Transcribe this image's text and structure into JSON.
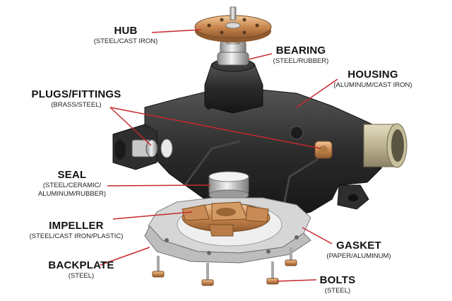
{
  "colors": {
    "leader": "#c8282e",
    "housing": "#2b2b2b",
    "bronze": "#c98a55",
    "steel": "#b8b8b8"
  },
  "labels": {
    "hub": {
      "title": "HUB",
      "sub": [
        "(STEEL/CAST IRON)"
      ]
    },
    "bearing": {
      "title": "BEARING",
      "sub": [
        "(STEEL/RUBBER)"
      ]
    },
    "housing": {
      "title": "HOUSING",
      "sub": [
        "(ALUMINUM/CAST IRON)"
      ]
    },
    "plugs": {
      "title": "PLUGS/FITTINGS",
      "sub": [
        "(BRASS/STEEL)"
      ]
    },
    "seal": {
      "title": "SEAL",
      "sub": [
        "(STEEL/CERAMIC/",
        "ALUMINUM/RUBBER)"
      ]
    },
    "impeller": {
      "title": "IMPELLER",
      "sub": [
        "(STEEL/CAST IRON/PLASTIC)"
      ]
    },
    "gasket": {
      "title": "GASKET",
      "sub": [
        "(PAPER/ALUMINUM)"
      ]
    },
    "backplate": {
      "title": "BACKPLATE",
      "sub": [
        "(STEEL)"
      ]
    },
    "bolts": {
      "title": "BOLTS",
      "sub": [
        "(STEEL)"
      ]
    }
  }
}
